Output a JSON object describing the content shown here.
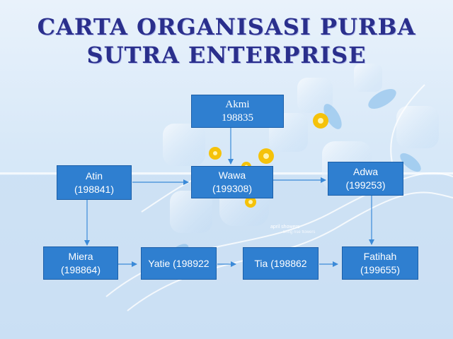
{
  "title": {
    "line1": "Carta Organisasi Purba",
    "line2": "Sutra Enterprise"
  },
  "nodes": {
    "akmi": {
      "name": "Akmi",
      "id": "198835"
    },
    "atin": {
      "name": "Atin",
      "id": "(198841)"
    },
    "wawa": {
      "name": "Wawa",
      "id": "(199308)"
    },
    "adwa": {
      "name": "Adwa",
      "id": "(199253)"
    },
    "miera": {
      "name": "Miera",
      "id": "(198864)"
    },
    "yatie": {
      "label": "Yatie (198922"
    },
    "tia": {
      "label": "Tia (198862"
    },
    "fatihah": {
      "name": "Fatihah",
      "id": "(199655)"
    }
  },
  "background": {
    "caption1": "april showers",
    "caption2": "bring rise flowers"
  },
  "colors": {
    "node_fill": "#2f7fd0",
    "title": "#2a2f8c",
    "edge": "#3b8ad8",
    "flower": "#f5c20a"
  }
}
